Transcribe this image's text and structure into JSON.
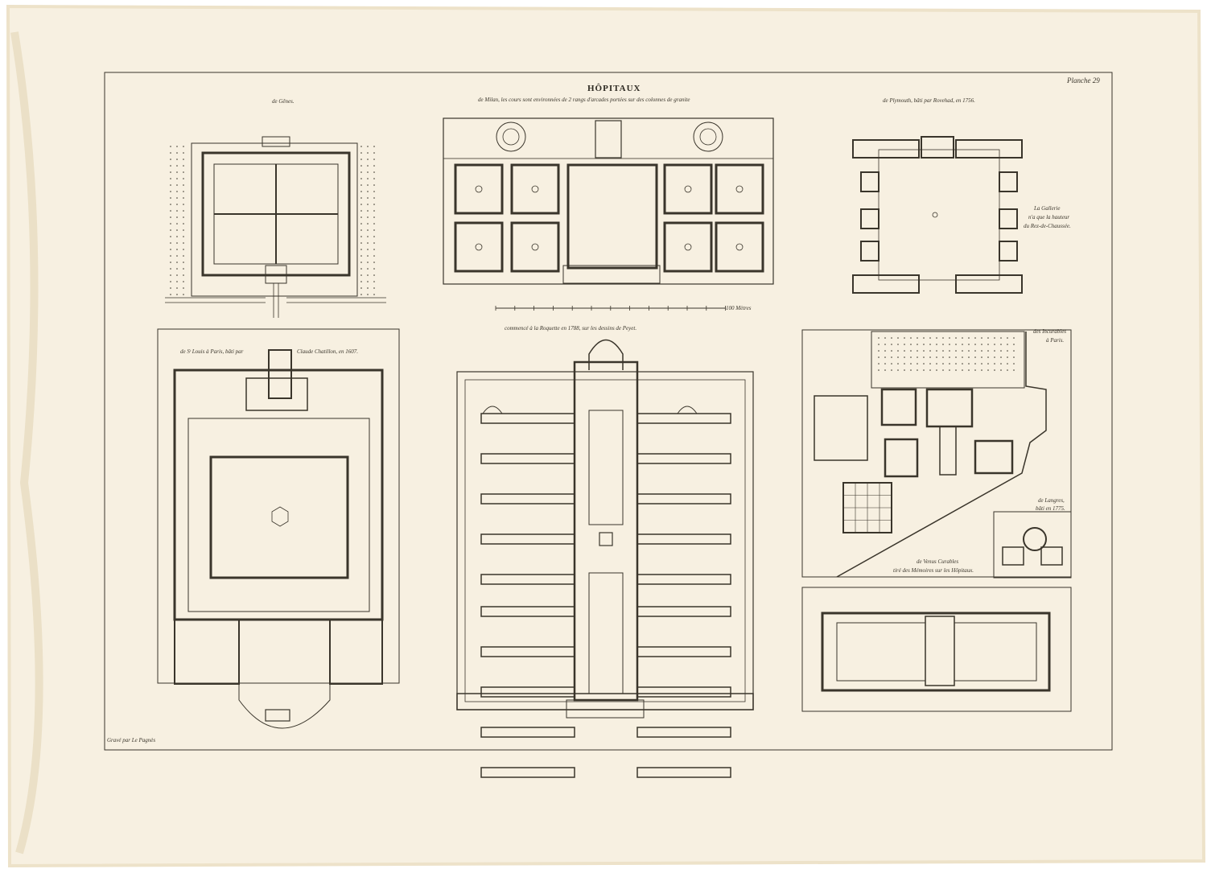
{
  "plate": {
    "title": "HÔPITAUX",
    "plate_number": "Planche 29",
    "engraver": "Gravé par Le Pagnès"
  },
  "captions": {
    "genes": "de Gênes.",
    "milan": "de Milan, les cours sont environnées de 2 rangs d'arcades portées sur des colonnes de granite",
    "plymouth": "de Plymouth, bâti par Rovehad, en 1756.",
    "gallerie_1": "La Gallerie",
    "gallerie_2": "n'a que la hauteur",
    "gallerie_3": "du Rez-de-Chaussée.",
    "scale": "100 Mètres",
    "roquette": "commencé à la Roquette en 1788, sur les dessins de Peyet.",
    "saint_louis": "de Sᵗ Louis à Paris, bâti par",
    "chatillon": "Claude Chatillon, en 1607.",
    "incurables_1": "des Incurables",
    "incurables_2": "à Paris.",
    "langres_1": "de Langres,",
    "langres_2": "bâti en 1775.",
    "venus_1": "de Venus Curables",
    "venus_2": "tiré des Mémoires sur les Hôpitaux."
  },
  "colors": {
    "paper": "#f7f0e1",
    "paper_edge": "#ede2c9",
    "ink": "#3a352b",
    "stain": "#e3d5b5"
  }
}
